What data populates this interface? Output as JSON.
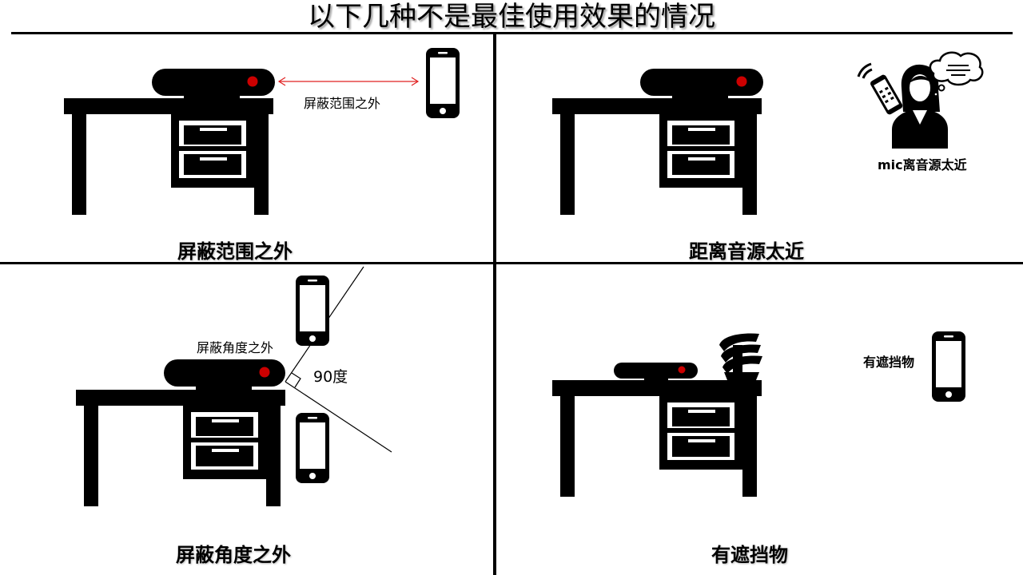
{
  "page_title": "以下几种不是最佳使用效果的情况",
  "panels": [
    {
      "caption": "屏蔽范围之外",
      "annotation": "屏蔽范围之外"
    },
    {
      "caption": "距离音源太近",
      "annotation": "mic离音源太近"
    },
    {
      "caption": "屏蔽角度之外",
      "annotation": "屏蔽角度之外",
      "angle_label": "90度"
    },
    {
      "caption": "有遮挡物",
      "annotation": "有遮挡物"
    }
  ],
  "colors": {
    "ink": "#000000",
    "mic_dot": "#cc0000",
    "range_arrow": "#e02020"
  }
}
